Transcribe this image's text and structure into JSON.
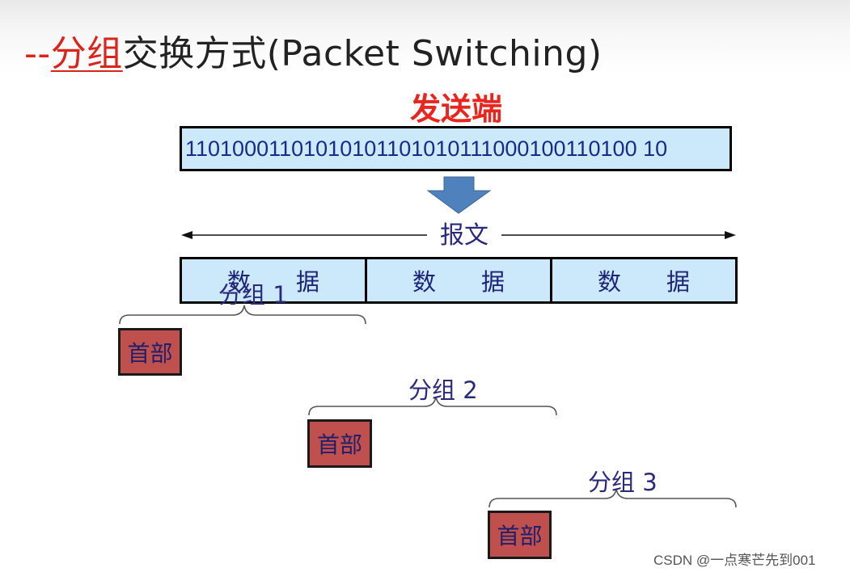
{
  "title": {
    "dashes": "--",
    "highlight": "分组",
    "rest": "交换方式(Packet Switching)"
  },
  "sender_label": "发送端",
  "bitstream": "11010001101010101101010111000100110100 10",
  "message_label": "报文",
  "data_segments": [
    {
      "left": "数",
      "right": "据"
    },
    {
      "left": "数",
      "right": "据"
    },
    {
      "left": "数",
      "right": "据"
    }
  ],
  "packets": [
    {
      "label": "分组 1",
      "header": "首部"
    },
    {
      "label": "分组 2",
      "header": "首部"
    },
    {
      "label": "分组 3",
      "header": "首部"
    }
  ],
  "watermark": "CSDN @一点寒芒先到001",
  "colors": {
    "accent_red": "#e8261f",
    "box_fill": "#cce8fb",
    "header_fill": "#c0504d",
    "arrow_blue": "#4f81bd",
    "text_navy": "#1d2377"
  }
}
